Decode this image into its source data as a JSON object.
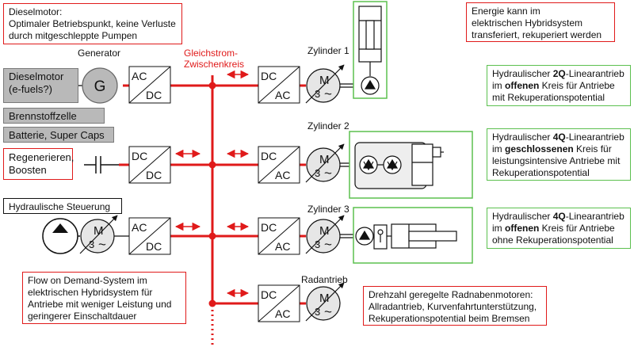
{
  "colors": {
    "red": "#e01a1a",
    "green": "#5cc04f",
    "gray": "#b9b9b9"
  },
  "notes": {
    "diesel_line1": "Dieselmotor:",
    "diesel_line2": "Optimaler Betriebspunkt, keine Verluste",
    "diesel_line3": "durch mitgeschleppte Pumpen",
    "energy_line1": "Energie kann im",
    "energy_line2": "elektrischen Hybridsystem",
    "energy_line3": "transferiert, rekuperiert werden",
    "regen_line1": "Regenerieren,",
    "regen_line2": "Boosten",
    "flow_line1": "Flow on Demand-System im",
    "flow_line2": "elektrischen Hybridsystem für",
    "flow_line3": "Antriebe mit weniger Leistung und",
    "flow_line4": "geringerer Einschaltdauer",
    "rad_line1": "Drehzahl geregelte Radnabenmotoren:",
    "rad_line2": "Allradantrieb, Kurvenfahrtunterstützung,",
    "rad_line3": "Rekuperationspotential beim Bremsen"
  },
  "green_notes": {
    "g1_pre": "Hydraulischer ",
    "g1_bold1": "2Q",
    "g1_post1": "-Linearantrieb",
    "g1_pre2": "im ",
    "g1_bold2": "offenen",
    "g1_post2": " Kreis für Antriebe",
    "g1_line3": "mit Rekuperationspotential",
    "g2_pre": "Hydraulischer ",
    "g2_bold1": "4Q",
    "g2_post1": "-Linearantrieb",
    "g2_pre2": "im ",
    "g2_bold2": "geschlossenen",
    "g2_post2": " Kreis für",
    "g2_line3": "leistungsintensive Antriebe mit",
    "g2_line4": "Rekuperationspotential",
    "g3_pre": "Hydraulischer ",
    "g3_bold1": "4Q",
    "g3_post1": "-Linearantrieb",
    "g3_pre2": "im ",
    "g3_bold2": "offenen",
    "g3_post2": " Kreis für Antriebe",
    "g3_line3": "ohne Rekuperationspotential"
  },
  "sources": {
    "diesel_line1": "Dieselmotor",
    "diesel_line2": "(e-fuels?)",
    "fuel_cell": "Brennstoffzelle",
    "battery": "Batterie, Super Caps",
    "hyd_control": "Hydraulische Steuerung"
  },
  "labels": {
    "generator": "Generator",
    "g_symbol": "G",
    "dc_bus_line1": "Gleichstrom-",
    "dc_bus_line2": "Zwischenkreis",
    "cyl1": "Zylinder 1",
    "cyl2": "Zylinder 2",
    "cyl3": "Zylinder 3",
    "wheel": "Radantrieb",
    "ac": "AC",
    "dc": "DC",
    "motor_m": "M",
    "motor_3": "3",
    "motor_tilde": "~"
  }
}
